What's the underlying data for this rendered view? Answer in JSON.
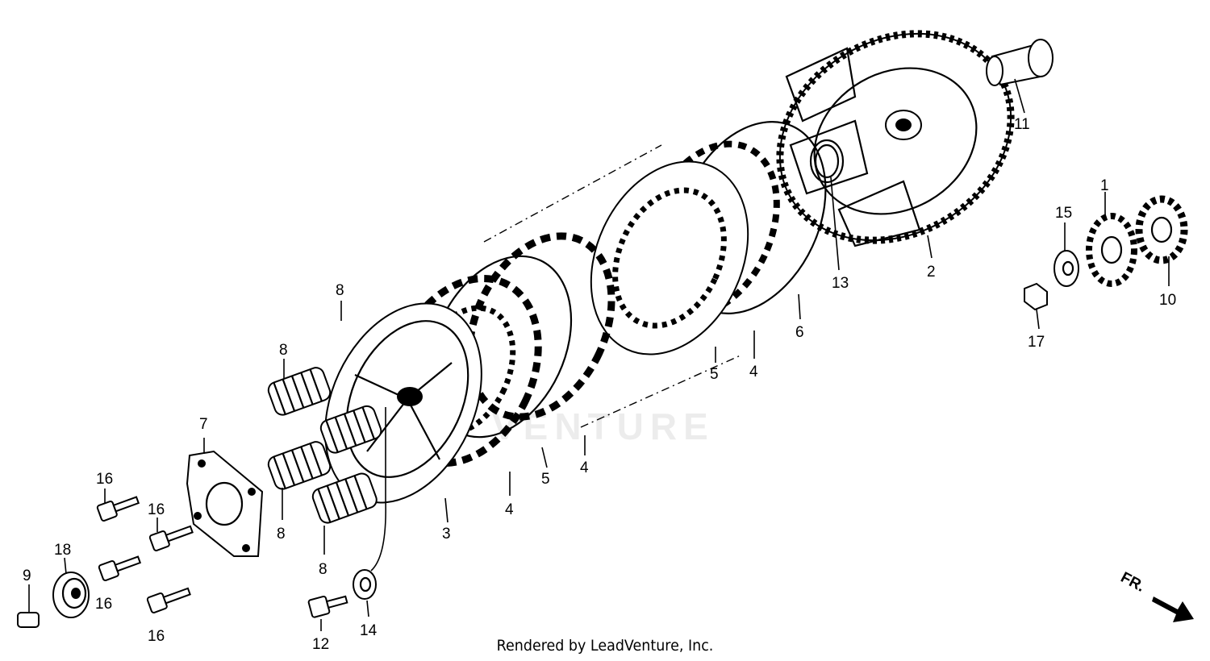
{
  "callouts": [
    "1",
    "2",
    "3",
    "4",
    "4",
    "4",
    "5",
    "5",
    "6",
    "7",
    "8",
    "8",
    "8",
    "8",
    "9",
    "10",
    "11",
    "12",
    "13",
    "14",
    "15",
    "16",
    "16",
    "16",
    "16",
    "17",
    "18"
  ],
  "direction_label": "FR.",
  "watermark": "VENTURE",
  "footer_text": "Rendered by LeadVenture, Inc."
}
